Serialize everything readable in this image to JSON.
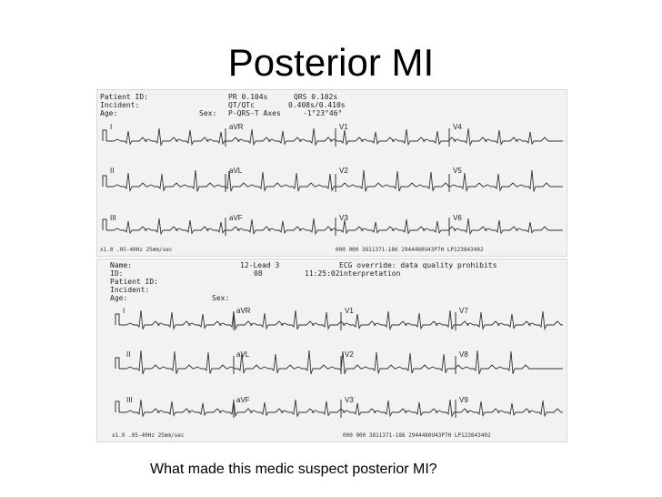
{
  "slide": {
    "title": "Posterior MI",
    "question": "What made this medic suspect posterior MI?"
  },
  "ecg_top": {
    "header": {
      "patient_id": "Patient ID:",
      "incident": "Incident:",
      "age": "Age:",
      "sex": "Sex:",
      "pr": "PR 0.104s",
      "qrs": "QRS 0.102s",
      "qt_label": "QT/QTc",
      "qt_value": "0.408s/0.410s",
      "axes_label": "P-QRS-T Axes",
      "axes_value": "-1°23°46°"
    },
    "leads": [
      "I",
      "aVR",
      "V1",
      "V4",
      "II",
      "aVL",
      "V2",
      "V5",
      "III",
      "aVF",
      "V3",
      "V6"
    ],
    "footer_left": "x1.0 .05-40Hz 25mm/sec",
    "footer_right": "000 000 3811371-186 2944480U43P7H LP123843402"
  },
  "ecg_bottom": {
    "header": {
      "name": "Name:",
      "id": "ID:",
      "patient_id": "Patient ID:",
      "incident": "Incident:",
      "age": "Age:",
      "sex": "Sex:",
      "mode": "12-Lead 3",
      "code": "08",
      "time": "11:25:02",
      "override": "ECG override: data quality prohibits",
      "interpretation": "interpretation"
    },
    "leads": [
      "I",
      "aVR",
      "V1",
      "V7",
      "II",
      "aVL",
      "V2",
      "V8",
      "III",
      "aVF",
      "V3",
      "V9"
    ],
    "footer_left": "x1.0 .05-40Hz 25mm/sec",
    "footer_right": "000 000 3811371-186 2944480U43P7H LP123843402"
  }
}
